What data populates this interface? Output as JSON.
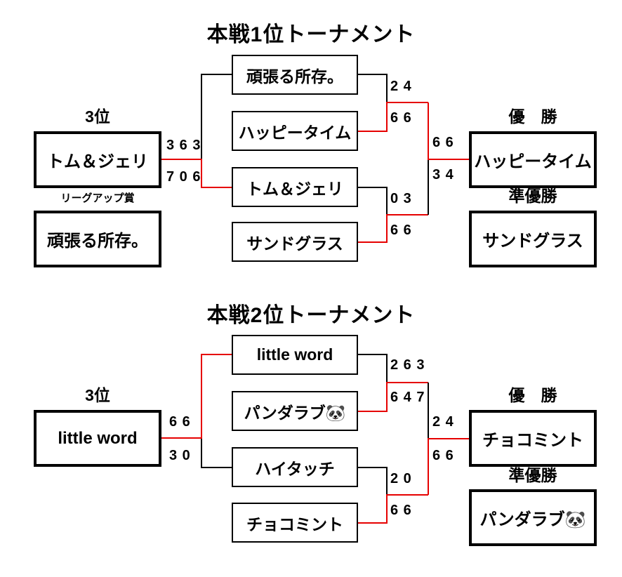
{
  "colors": {
    "line_black": "#000000",
    "winner_path_red": "#e60000"
  },
  "bracket1": {
    "title": "本戦1位トーナメント",
    "left": {
      "heading": "3位",
      "team": "トム＆ジェリ",
      "score_top": "3 6 3",
      "score_bottom": "7 0 6",
      "league_up_heading": "リーグアップ賞",
      "league_up_team": "頑張る所存。"
    },
    "teams": {
      "team1": "頑張る所存。",
      "team2": "ハッピータイム",
      "team3": "トム＆ジェリ",
      "team4": "サンドグラス"
    },
    "scores": {
      "semi1_top": "2 4",
      "semi1_bottom": "6 6",
      "semi2_top": "0 3",
      "semi2_bottom": "6 6",
      "final_top": "6 6",
      "final_bottom": "3 4"
    },
    "right": {
      "champion_heading": "優　勝",
      "champion": "ハッピータイム",
      "runner_up_heading": "準優勝",
      "runner_up": "サンドグラス"
    }
  },
  "bracket2": {
    "title": "本戦2位トーナメント",
    "left": {
      "heading": "3位",
      "team": "little word",
      "score_top": "6 6",
      "score_bottom": "3 0"
    },
    "teams": {
      "team1": "little word",
      "team2": "パンダラブ🐼",
      "team3": "ハイタッチ",
      "team4": "チョコミント"
    },
    "scores": {
      "semi1_top": "2 6 3",
      "semi1_bottom": "6 4 7",
      "semi2_top": "2 0",
      "semi2_bottom": "6 6",
      "final_top": "2 4",
      "final_bottom": "6 6"
    },
    "right": {
      "champion_heading": "優　勝",
      "champion": "チョコミント",
      "runner_up_heading": "準優勝",
      "runner_up": "パンダラブ🐼"
    }
  }
}
